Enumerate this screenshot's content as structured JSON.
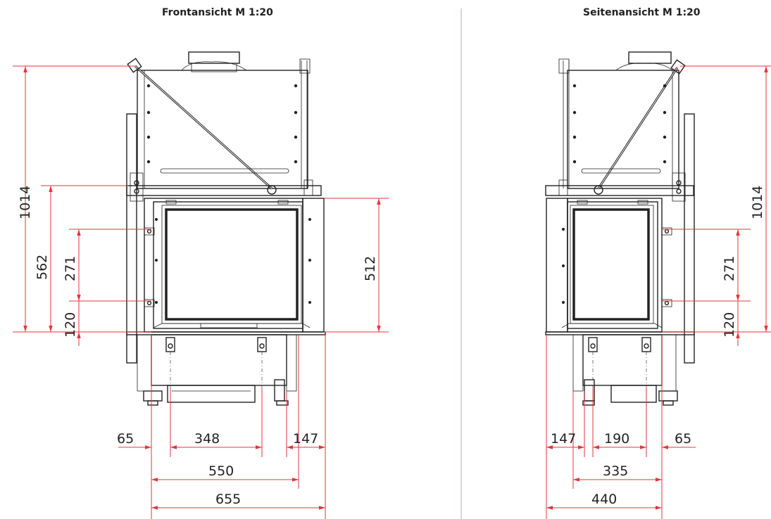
{
  "views": {
    "front": {
      "title": "Frontansicht M 1:20"
    },
    "side": {
      "title": "Seitenansicht M 1:20"
    }
  },
  "dimensions": {
    "front": {
      "height_total": "1014",
      "height_door_base": "562",
      "bracket_spacing": "271",
      "bracket_height": "120",
      "door_height": "512",
      "offset_left": "65",
      "foot_spacing": "348",
      "offset_right": "147",
      "opening_width": "550",
      "overall_width": "655"
    },
    "side": {
      "height_total": "1014",
      "bracket_spacing": "271",
      "bracket_height": "120",
      "offset_left": "147",
      "foot_spacing": "190",
      "offset_right": "65",
      "opening_width": "335",
      "overall_width": "440"
    }
  },
  "colors": {
    "dimension_line": "#e8333a",
    "drawing_line": "#222222",
    "divider": "#c9a79e"
  }
}
